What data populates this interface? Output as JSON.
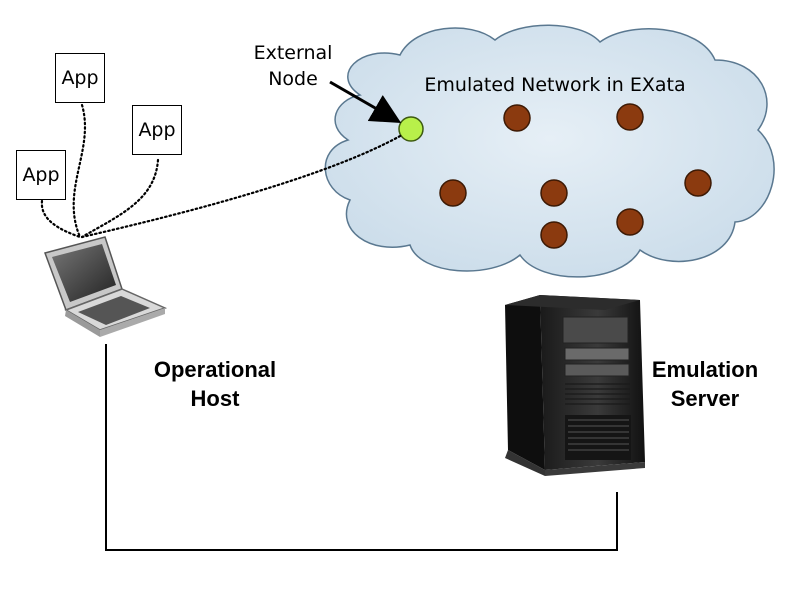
{
  "apps": {
    "app1": "App",
    "app2": "App",
    "app3": "App"
  },
  "external_node": {
    "line1": "External",
    "line2": "Node",
    "color": "#b8f04a"
  },
  "network": {
    "title": "Emulated Network in EXata",
    "cloud_color": "#d5e4ef",
    "node_color": "#8b3a0f"
  },
  "labels": {
    "host_line1": "Operational",
    "host_line2": "Host",
    "server_line1": "Emulation",
    "server_line2": "Server"
  },
  "icons": {
    "laptop": "laptop-icon",
    "server": "tower-server-icon"
  }
}
